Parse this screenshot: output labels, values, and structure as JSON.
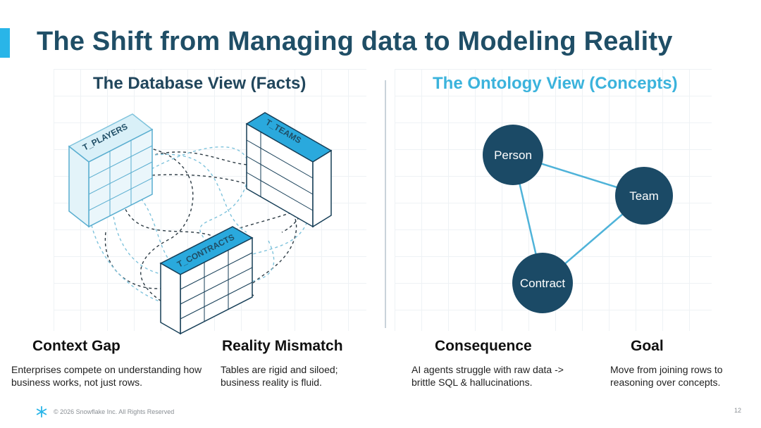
{
  "slide": {
    "title": "The Shift from Managing data to Modeling Reality",
    "page_number": "12"
  },
  "panels": {
    "database": {
      "title": "The Database View (Facts)"
    },
    "ontology": {
      "title": "The Ontology View (Concepts)"
    }
  },
  "tables": [
    {
      "name": "T_PLAYERS"
    },
    {
      "name": "T_TEAMS"
    },
    {
      "name": "T_CONTRACTS"
    }
  ],
  "nodes": [
    {
      "label": "Person"
    },
    {
      "label": "Team"
    },
    {
      "label": "Contract"
    }
  ],
  "columns": [
    {
      "heading": "Context Gap",
      "text": "Enterprises compete on understanding how business works, not just rows."
    },
    {
      "heading": "Reality Mismatch",
      "text": "Tables are rigid and siloed; business reality is fluid."
    },
    {
      "heading": "Consequence",
      "text": "AI agents struggle with raw data -> brittle SQL & hallucinations."
    },
    {
      "heading": "Goal",
      "text": "Move from joining rows to reasoning over concepts."
    }
  ],
  "footer": {
    "copyright": "© 2026 Snowflake Inc. All Rights Reserved",
    "logo_icon": "snowflake-icon"
  },
  "colors": {
    "accent": "#29b5e8",
    "title": "#1f4e66",
    "node_fill": "#1b4a66",
    "edge": "#4fb3d9",
    "ontology_title": "#3bb3dc"
  }
}
